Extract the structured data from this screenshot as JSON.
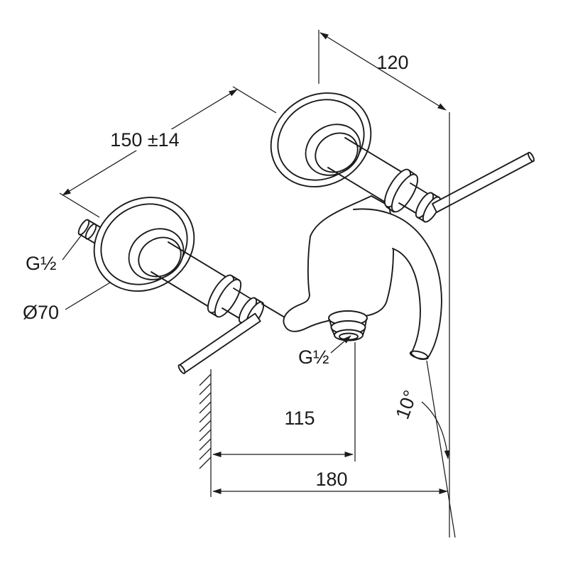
{
  "drawing": {
    "labels": {
      "dim_120": "120",
      "dim_150": "150 ±14",
      "thread_left": "G½",
      "diameter": "Ø70",
      "thread_outlet": "G½",
      "dim_115": "115",
      "dim_180": "180",
      "angle_spout": "10°"
    },
    "colors": {
      "line": "#1b1b1b",
      "background": "#ffffff"
    }
  }
}
